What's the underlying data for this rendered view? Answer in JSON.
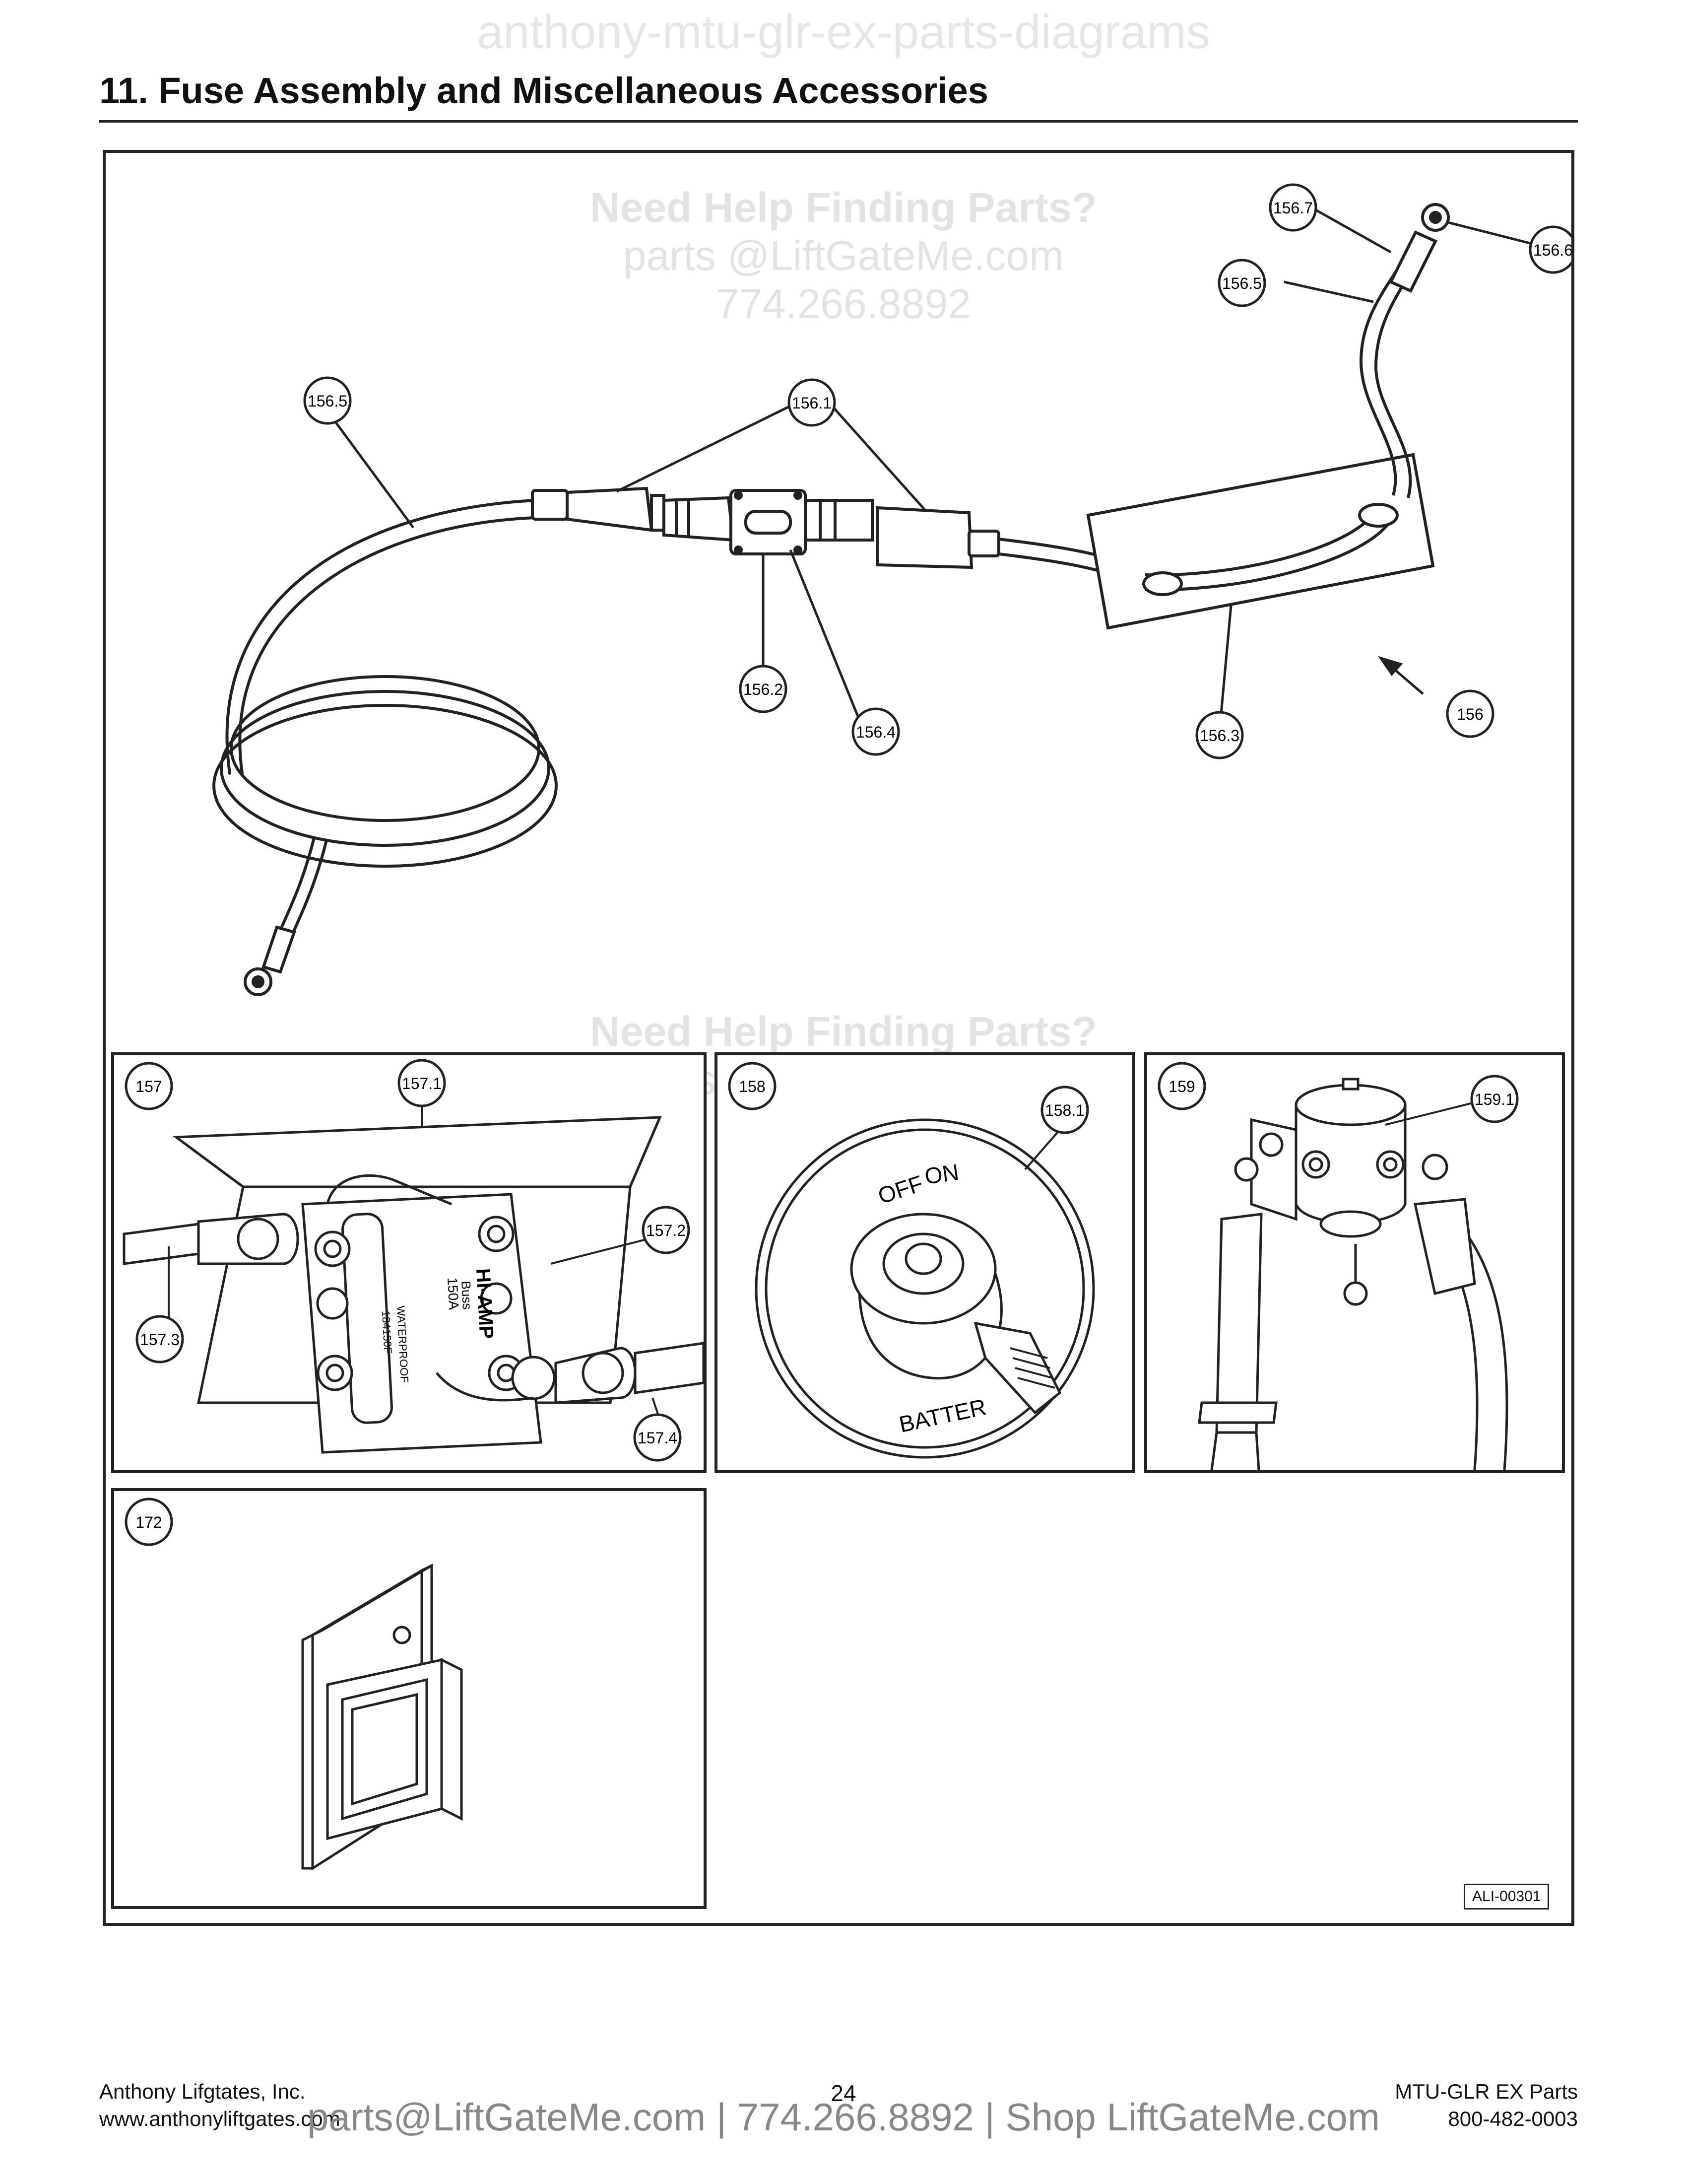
{
  "watermark_top": "anthony-mtu-glr-ex-parts-diagrams",
  "title": "11. Fuse Assembly and Miscellaneous Accessories",
  "help_watermark": {
    "line1": "Need Help Finding Parts?",
    "line2": "parts @LiftGateMe.com",
    "line3": "774.266.8892"
  },
  "main_callouts": {
    "c156_7": "156.7",
    "c156_6": "156.6",
    "c156_5_top": "156.5",
    "c156_5_left": "156.5",
    "c156_1": "156.1",
    "c156_2": "156.2",
    "c156_4": "156.4",
    "c156_3": "156.3",
    "c156": "156"
  },
  "inset_157": {
    "label": "157",
    "callouts": {
      "a": "157.1",
      "b": "157.2",
      "c": "157.3",
      "d": "157.4"
    },
    "breaker_text": {
      "brand": "HI-AMP",
      "bussmann": "Buss",
      "amps": "150A",
      "waterproof": "WATERPROOF",
      "part": "184150F"
    }
  },
  "inset_158": {
    "label": "158",
    "callout": "158.1",
    "switch_text": {
      "off": "OFF",
      "on": "ON",
      "battery": "BATTER"
    }
  },
  "inset_159": {
    "label": "159",
    "callout": "159.1"
  },
  "inset_172": {
    "label": "172"
  },
  "ref_code": "ALI-00301",
  "footer": {
    "company": "Anthony Lifgtates, Inc.",
    "website": "www.anthonyliftgates.com",
    "page": "24",
    "product": "MTU-GLR EX Parts",
    "phone": "800-482-0003",
    "watermark": "parts@LiftGateMe.com | 774.266.8892 | Shop LiftGateMe.com"
  }
}
